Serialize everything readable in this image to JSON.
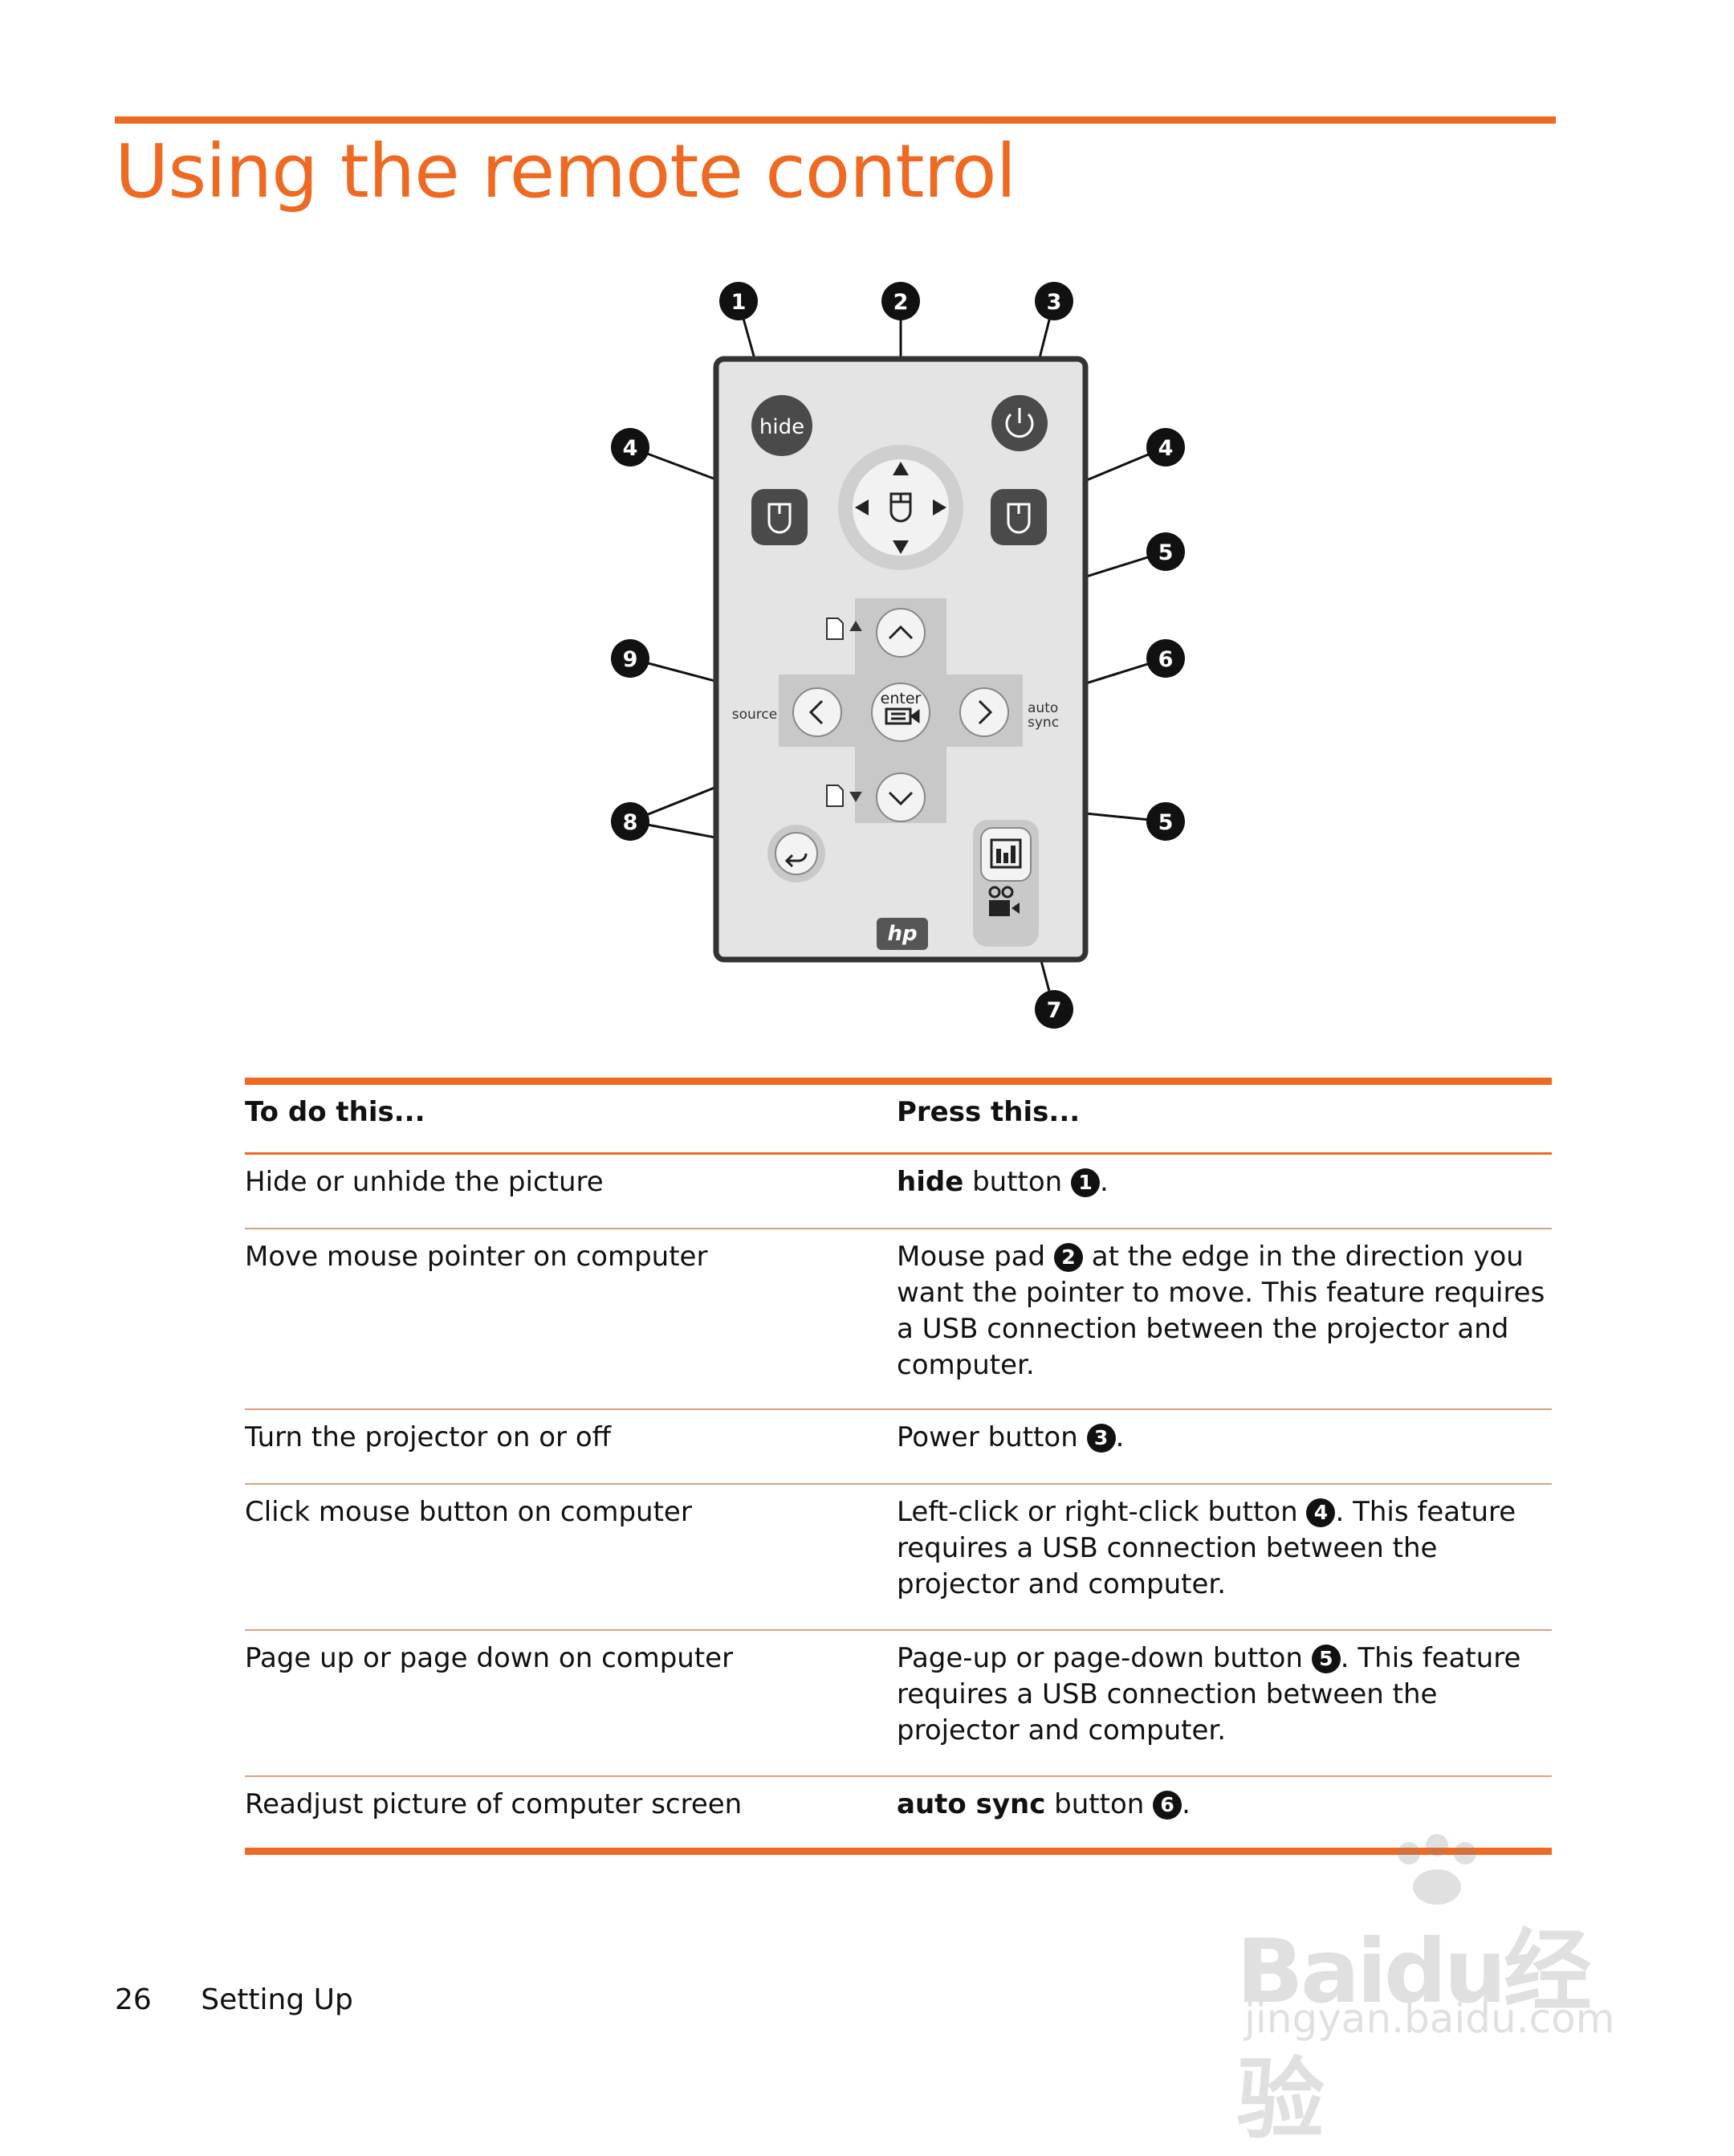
{
  "page": {
    "title": "Using the remote control",
    "page_number": "26",
    "section_name": "Setting Up"
  },
  "colors": {
    "accent": "#EE6A22",
    "remote_body": "#E4E4E4",
    "remote_border": "#333333",
    "callout": "#111111"
  },
  "remote": {
    "hide_label": "hide",
    "enter_label": "enter",
    "source_label": "source",
    "auto_label": "auto",
    "sync_label": "sync",
    "logo": "hp",
    "callouts": [
      "1",
      "2",
      "3",
      "4",
      "4",
      "5",
      "6",
      "9",
      "8",
      "5",
      "7"
    ]
  },
  "table": {
    "headers": [
      "To do this...",
      "Press this..."
    ],
    "rows": [
      {
        "action": "Hide or unhide the picture",
        "press_bold": "hide",
        "press_before": "",
        "press_after": " button ",
        "callout": "1",
        "press_tail": "."
      },
      {
        "action": "Move mouse pointer on computer",
        "press_bold": "",
        "press_before": "Mouse pad ",
        "press_after": "",
        "callout": "2",
        "press_tail": " at the edge in the direction you want the pointer to move. This feature requires a USB connection between the projector and computer."
      },
      {
        "action": "Turn the projector on or off",
        "press_bold": "",
        "press_before": "Power button ",
        "press_after": "",
        "callout": "3",
        "press_tail": "."
      },
      {
        "action": "Click mouse button on computer",
        "press_bold": "",
        "press_before": "Left-click or right-click button ",
        "press_after": "",
        "callout": "4",
        "press_tail": ". This feature requires a USB connection between the projector and computer."
      },
      {
        "action": "Page up or page down on computer",
        "press_bold": "",
        "press_before": "Page-up or page-down button ",
        "press_after": "",
        "callout": "5",
        "press_tail": ". This feature requires a USB connection between the projector and computer."
      },
      {
        "action": "Readjust picture of computer screen",
        "press_bold": "auto sync",
        "press_before": "",
        "press_after": " button ",
        "callout": "6",
        "press_tail": "."
      }
    ]
  },
  "watermark": {
    "brand": "Baidu经验",
    "site": "jingyan.baidu.com"
  }
}
